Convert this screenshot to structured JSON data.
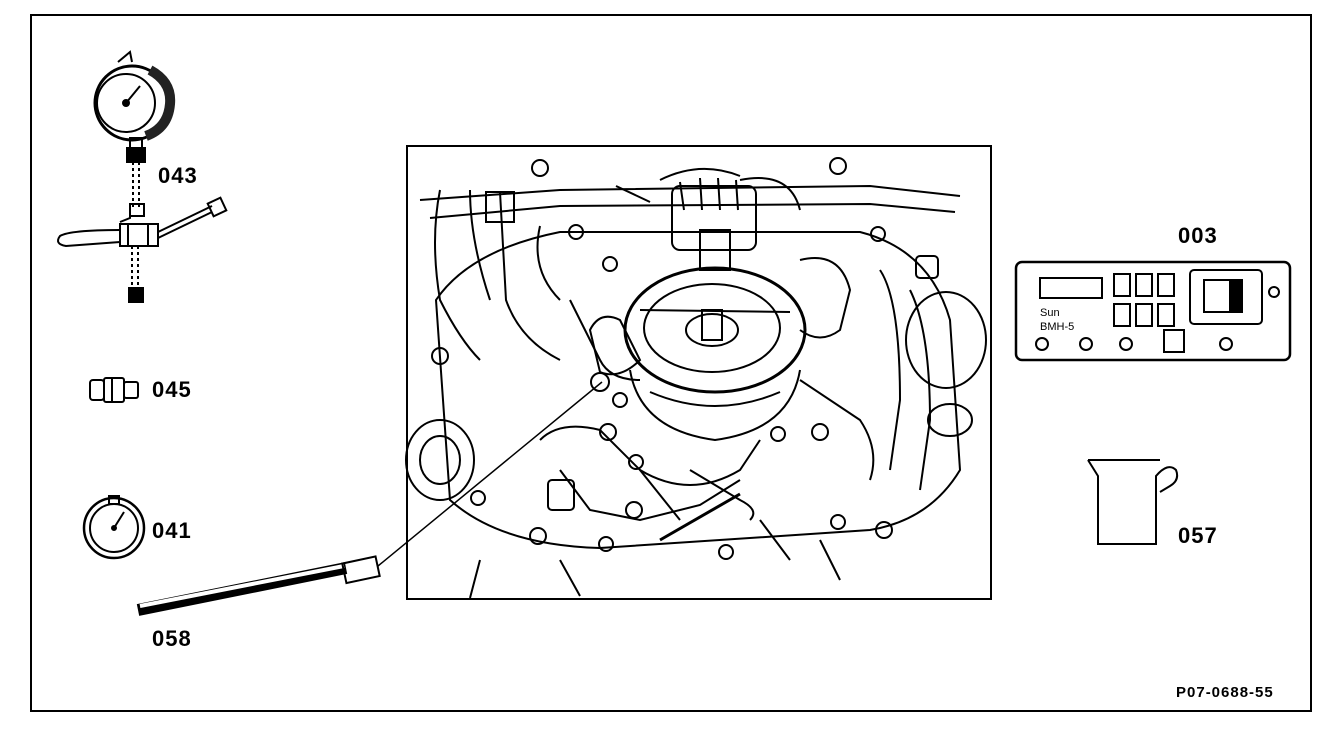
{
  "callouts": {
    "c043": "043",
    "c045": "045",
    "c041": "041",
    "c058": "058",
    "c003": "003",
    "c057": "057"
  },
  "tester_panel": {
    "brand": "Sun",
    "model": "BMH-5"
  },
  "drawing_number": "P07-0688-55",
  "colors": {
    "ink": "#000000",
    "paper": "#ffffff"
  }
}
